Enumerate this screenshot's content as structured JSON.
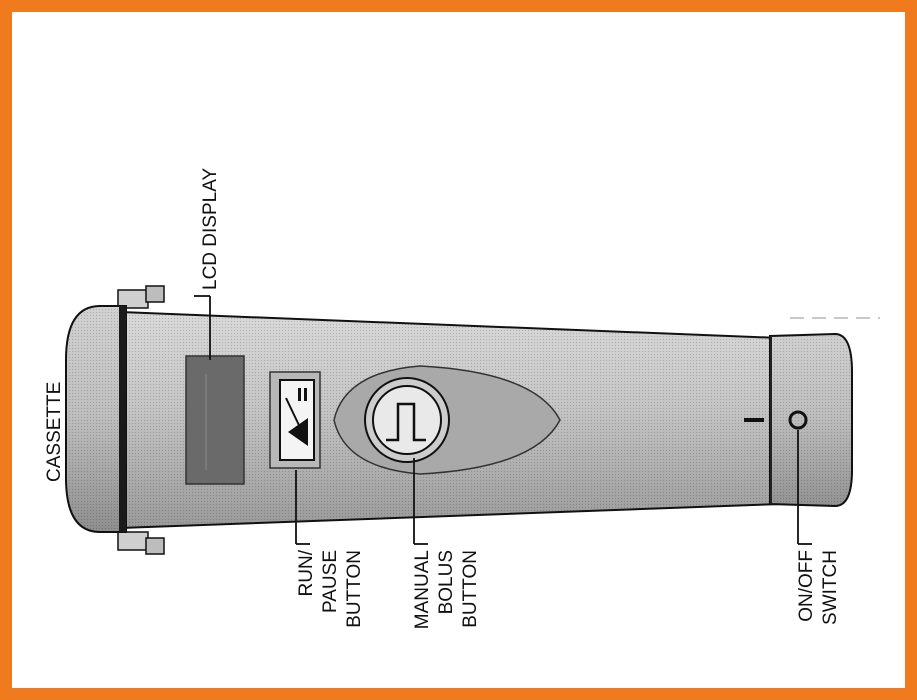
{
  "colors": {
    "frame_border": "#f07a1e",
    "device_body": "#c4c4c4",
    "device_shadow": "#8a8a8a",
    "outline": "#111111",
    "lcd": "#6a6a6a"
  },
  "icons": {
    "run_pause": "run-pause-icon",
    "bolus": "bolus-pulse-icon",
    "power_on": "power-on-mark-icon",
    "power_off": "power-off-mark-icon"
  },
  "labels": {
    "cassette": "CASSETTE",
    "lcd_display": "LCD DISPLAY",
    "run_pause": [
      "RUN/",
      "PAUSE",
      "BUTTON"
    ],
    "manual_bolus": [
      "MANUAL",
      "BOLUS",
      "BUTTON"
    ],
    "on_off": [
      "ON/OFF",
      "SWITCH"
    ]
  }
}
